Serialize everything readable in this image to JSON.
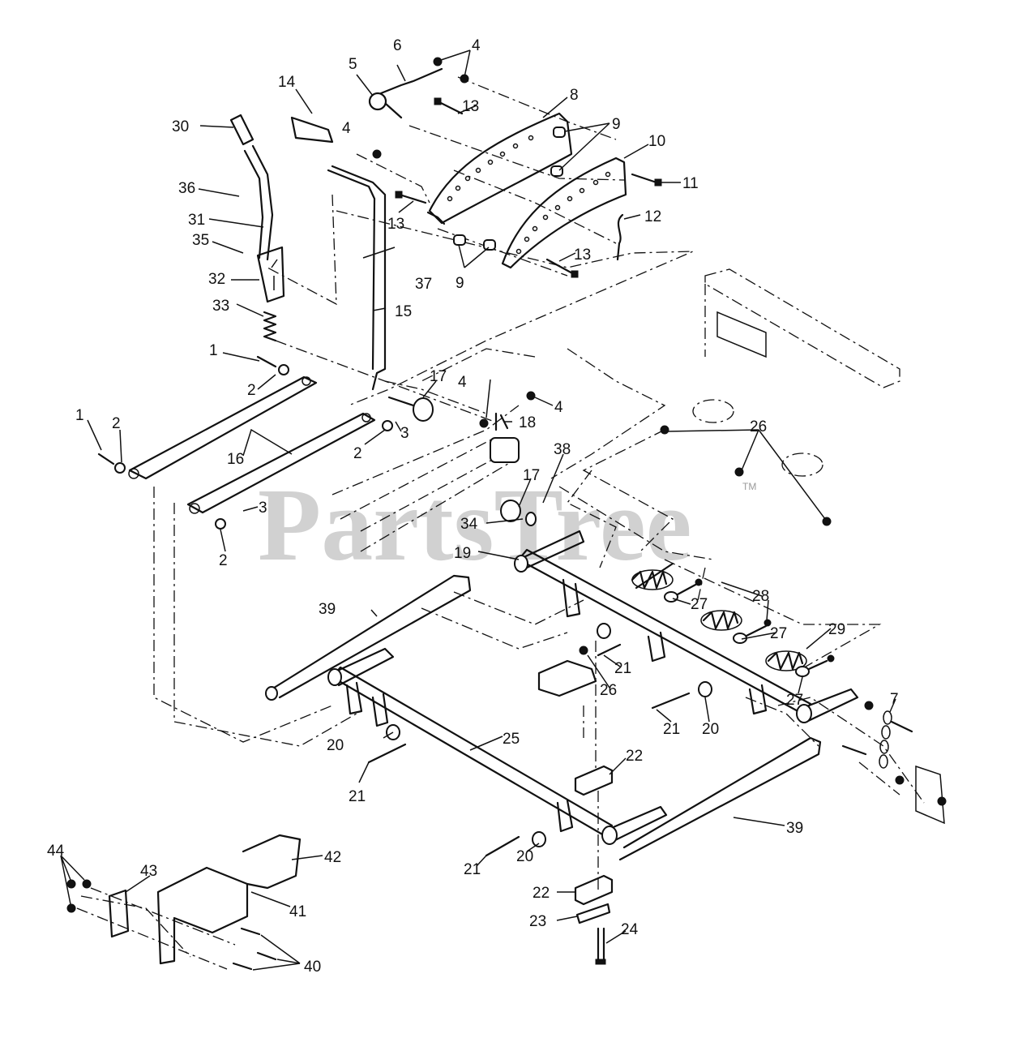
{
  "watermark": {
    "text": "PartsTree",
    "tm": "TM"
  },
  "callouts": {
    "c1a": "1",
    "c1b": "1",
    "c2a": "2",
    "c2b": "2",
    "c2c": "2",
    "c2d": "2",
    "c3a": "3",
    "c3b": "3",
    "c4a": "4",
    "c4b": "4",
    "c4c": "4",
    "c4d": "4",
    "c5": "5",
    "c6": "6",
    "c7": "7",
    "c8": "8",
    "c9a": "9",
    "c9b": "9",
    "c10": "10",
    "c11": "11",
    "c12": "12",
    "c13a": "13",
    "c13b": "13",
    "c13c": "13",
    "c14": "14",
    "c15": "15",
    "c16": "16",
    "c17a": "17",
    "c17b": "17",
    "c18": "18",
    "c19": "19",
    "c20a": "20",
    "c20b": "20",
    "c20c": "20",
    "c21a": "21",
    "c21b": "21",
    "c21c": "21",
    "c21d": "21",
    "c22a": "22",
    "c22b": "22",
    "c23": "23",
    "c24": "24",
    "c25": "25",
    "c26a": "26",
    "c26b": "26",
    "c27a": "27",
    "c27b": "27",
    "c27c": "27",
    "c28": "28",
    "c29": "29",
    "c30": "30",
    "c31": "31",
    "c32": "32",
    "c33": "33",
    "c34": "34",
    "c35": "35",
    "c36": "36",
    "c37": "37",
    "c38": "38",
    "c39a": "39",
    "c39b": "39",
    "c40": "40",
    "c41": "41",
    "c42": "42",
    "c43": "43",
    "c44": "44"
  }
}
